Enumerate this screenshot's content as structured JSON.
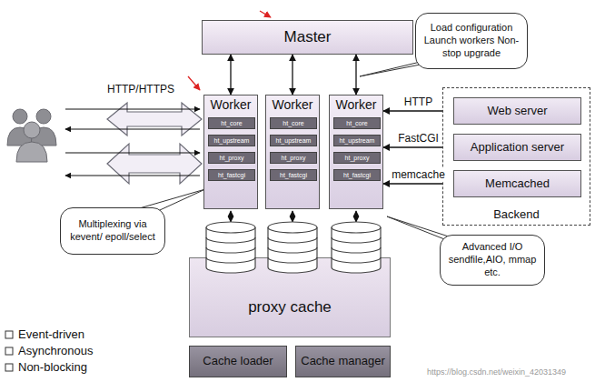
{
  "diagram": {
    "nodes": [
      {
        "text": [
          "Master"
        ]
      },
      {
        "text": [
          "Load configuration Launch workers Non-stop upgrade"
        ]
      },
      {
        "text": [
          "Worker"
        ]
      },
      {
        "text": [
          "ht_core"
        ],
        "in": 2
      },
      {
        "text": [
          "ht_upstream"
        ],
        "in": 2
      },
      {
        "text": [
          "ht_proxy"
        ],
        "in": 2
      },
      {
        "text": [
          "ht_fastcgi"
        ],
        "in": 2
      },
      {
        "text": [
          "Worker"
        ]
      },
      {
        "text": [
          "ht_core"
        ],
        "in": 7
      },
      {
        "text": [
          "ht_upstream"
        ],
        "in": 7
      },
      {
        "text": [
          "ht_proxy"
        ],
        "in": 7
      },
      {
        "text": [
          "ht_fastcgi"
        ],
        "in": 7
      },
      {
        "text": [
          "Worker"
        ]
      },
      {
        "text": [
          "ht_core"
        ],
        "in": 12
      },
      {
        "text": [
          "ht_upstream"
        ],
        "in": 12
      },
      {
        "text": [
          "ht_proxy"
        ],
        "in": 12
      },
      {
        "text": [
          "ht_fastcgi"
        ],
        "in": 12
      },
      {
        "text": [
          "Backend"
        ]
      },
      {
        "text": [
          "Web server"
        ],
        "in": 17
      },
      {
        "text": [
          "Application server"
        ],
        "in": 17
      },
      {
        "text": [
          "Memcached"
        ],
        "in": 17
      },
      {
        "text": [
          "Multiplexing via kevent/ epoll/select"
        ]
      },
      {
        "text": [
          "Advanced I/O sendfile,AIO, mmap etc."
        ]
      },
      {
        "text": [
          "proxy cache"
        ]
      },
      {
        "text": [
          "Cache loader"
        ]
      },
      {
        "text": [
          "Cache manager"
        ]
      }
    ],
    "edges": [
      {
        "from": 0,
        "to": 2,
        "arrow": "both"
      },
      {
        "from": 0,
        "to": 7,
        "arrow": "both"
      },
      {
        "from": 0,
        "to": 12,
        "arrow": "both"
      },
      {
        "from": 12,
        "to": 18,
        "arrow": "both",
        "label": "HTTP"
      },
      {
        "from": 12,
        "to": 19,
        "arrow": "both",
        "label": "FastCGI"
      },
      {
        "from": 12,
        "to": 20,
        "arrow": "both",
        "label": "memcache"
      }
    ],
    "labels": [
      "HTTP/HTTPS",
      "Event-driven",
      "Asynchronous",
      "Non-blocking",
      "https://blog.csdn.net/weixin_42031349"
    ]
  }
}
